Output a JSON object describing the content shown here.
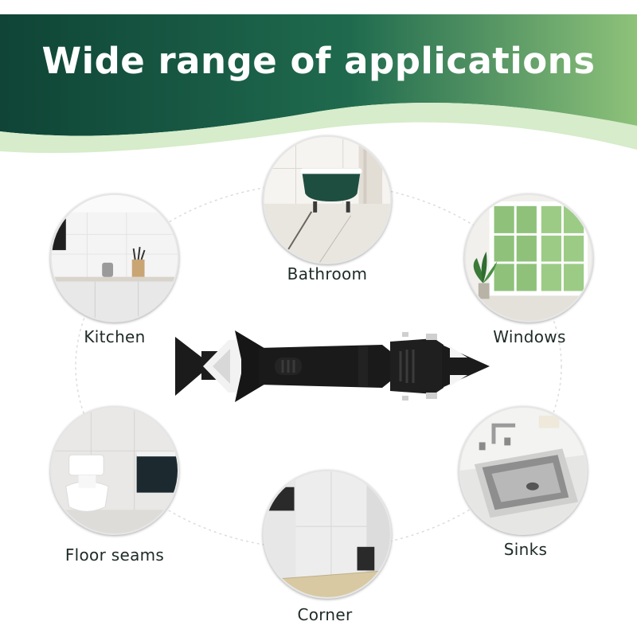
{
  "header": {
    "title": "Wide range of applications"
  },
  "applications": [
    {
      "label": "Bathroom"
    },
    {
      "label": "Kitchen"
    },
    {
      "label": "Windows"
    },
    {
      "label": "Floor seams"
    },
    {
      "label": "Sinks"
    },
    {
      "label": "Corner"
    }
  ],
  "colors": {
    "banner_dark": "#124a3c",
    "banner_light": "#8ec27a",
    "wave_accent": "#d4ebc8",
    "text": "#1e2b26"
  }
}
